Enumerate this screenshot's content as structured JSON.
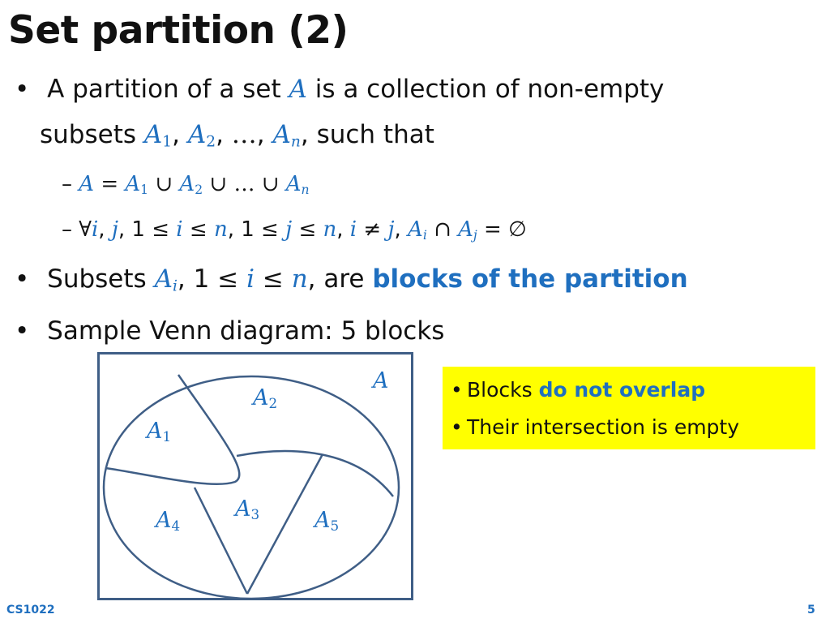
{
  "title": "Set partition (2)",
  "bullets": {
    "b1_text1": "A partition of a set",
    "b1_A": "A",
    "b1_text2": "is a collection of non-empty",
    "b1_line2_text": "subsets",
    "b1_A1": "A",
    "b1_A1_sub": "1",
    "b1_A2": "A",
    "b1_A2_sub": "2",
    "b1_dots": "…",
    "b1_An": "A",
    "b1_An_sub": "n",
    "b1_tail": ", such that",
    "sub1": {
      "dash": "–",
      "lhs": "A",
      "eq": "=",
      "A1": "A",
      "A1_sub": "1",
      "cup": "∪",
      "A2": "A",
      "A2_sub": "2",
      "dots": "…",
      "An": "A",
      "An_sub": "n"
    },
    "sub2": {
      "dash": "–",
      "forall": "∀",
      "i": "i",
      "j": "j",
      "one": "1",
      "le": "≤",
      "n": "n",
      "ne": "≠",
      "Ai": "A",
      "Ai_sub": "i",
      "cap": "∩",
      "Aj": "A",
      "Aj_sub": "j",
      "eq": "=",
      "empty": "∅"
    },
    "b2_text1": "Subsets",
    "b2_A": "A",
    "b2_A_sub": "i",
    "b2_one": "1",
    "b2_le": "≤",
    "b2_i": "i",
    "b2_n": "n",
    "b2_are": ", are",
    "b2_highlight": "blocks of the partition",
    "b3_text": "Sample Venn diagram: 5 blocks"
  },
  "venn": {
    "set_label": "A",
    "blocks": [
      {
        "label": "A",
        "sub": "1"
      },
      {
        "label": "A",
        "sub": "2"
      },
      {
        "label": "A",
        "sub": "3"
      },
      {
        "label": "A",
        "sub": "4"
      },
      {
        "label": "A",
        "sub": "5"
      }
    ]
  },
  "note": {
    "item1_text": "Blocks",
    "item1_highlight": "do not overlap",
    "item2_text": "Their intersection is empty"
  },
  "footer": {
    "course": "CS1022",
    "page": "5"
  },
  "colors": {
    "accent": "#1f6fbf",
    "highlight_bg": "#ffff00",
    "diagram_stroke": "#3f5e86"
  }
}
